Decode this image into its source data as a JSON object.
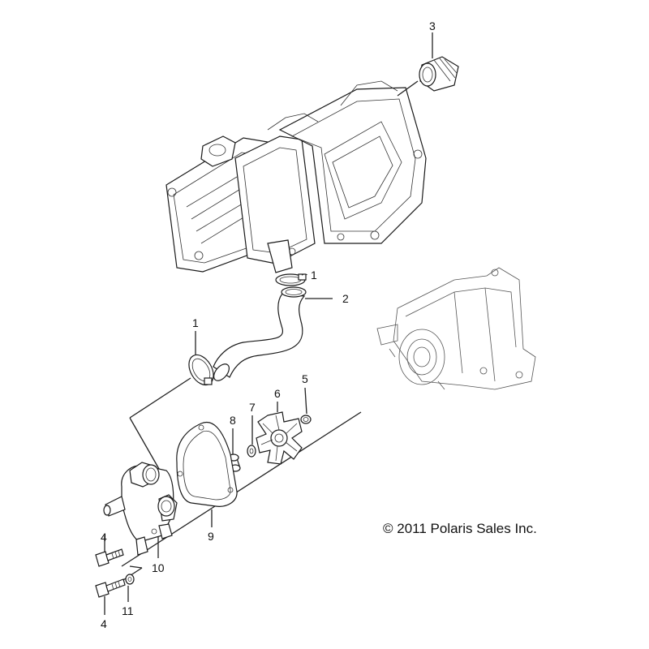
{
  "callouts": {
    "c1a": "1",
    "c1b": "1",
    "c2": "2",
    "c3": "3",
    "c4a": "4",
    "c4b": "4",
    "c5": "5",
    "c6": "6",
    "c7": "7",
    "c8": "8",
    "c9": "9",
    "c10": "10",
    "c11": "11"
  },
  "copyright": "© 2011  Polaris Sales Inc."
}
